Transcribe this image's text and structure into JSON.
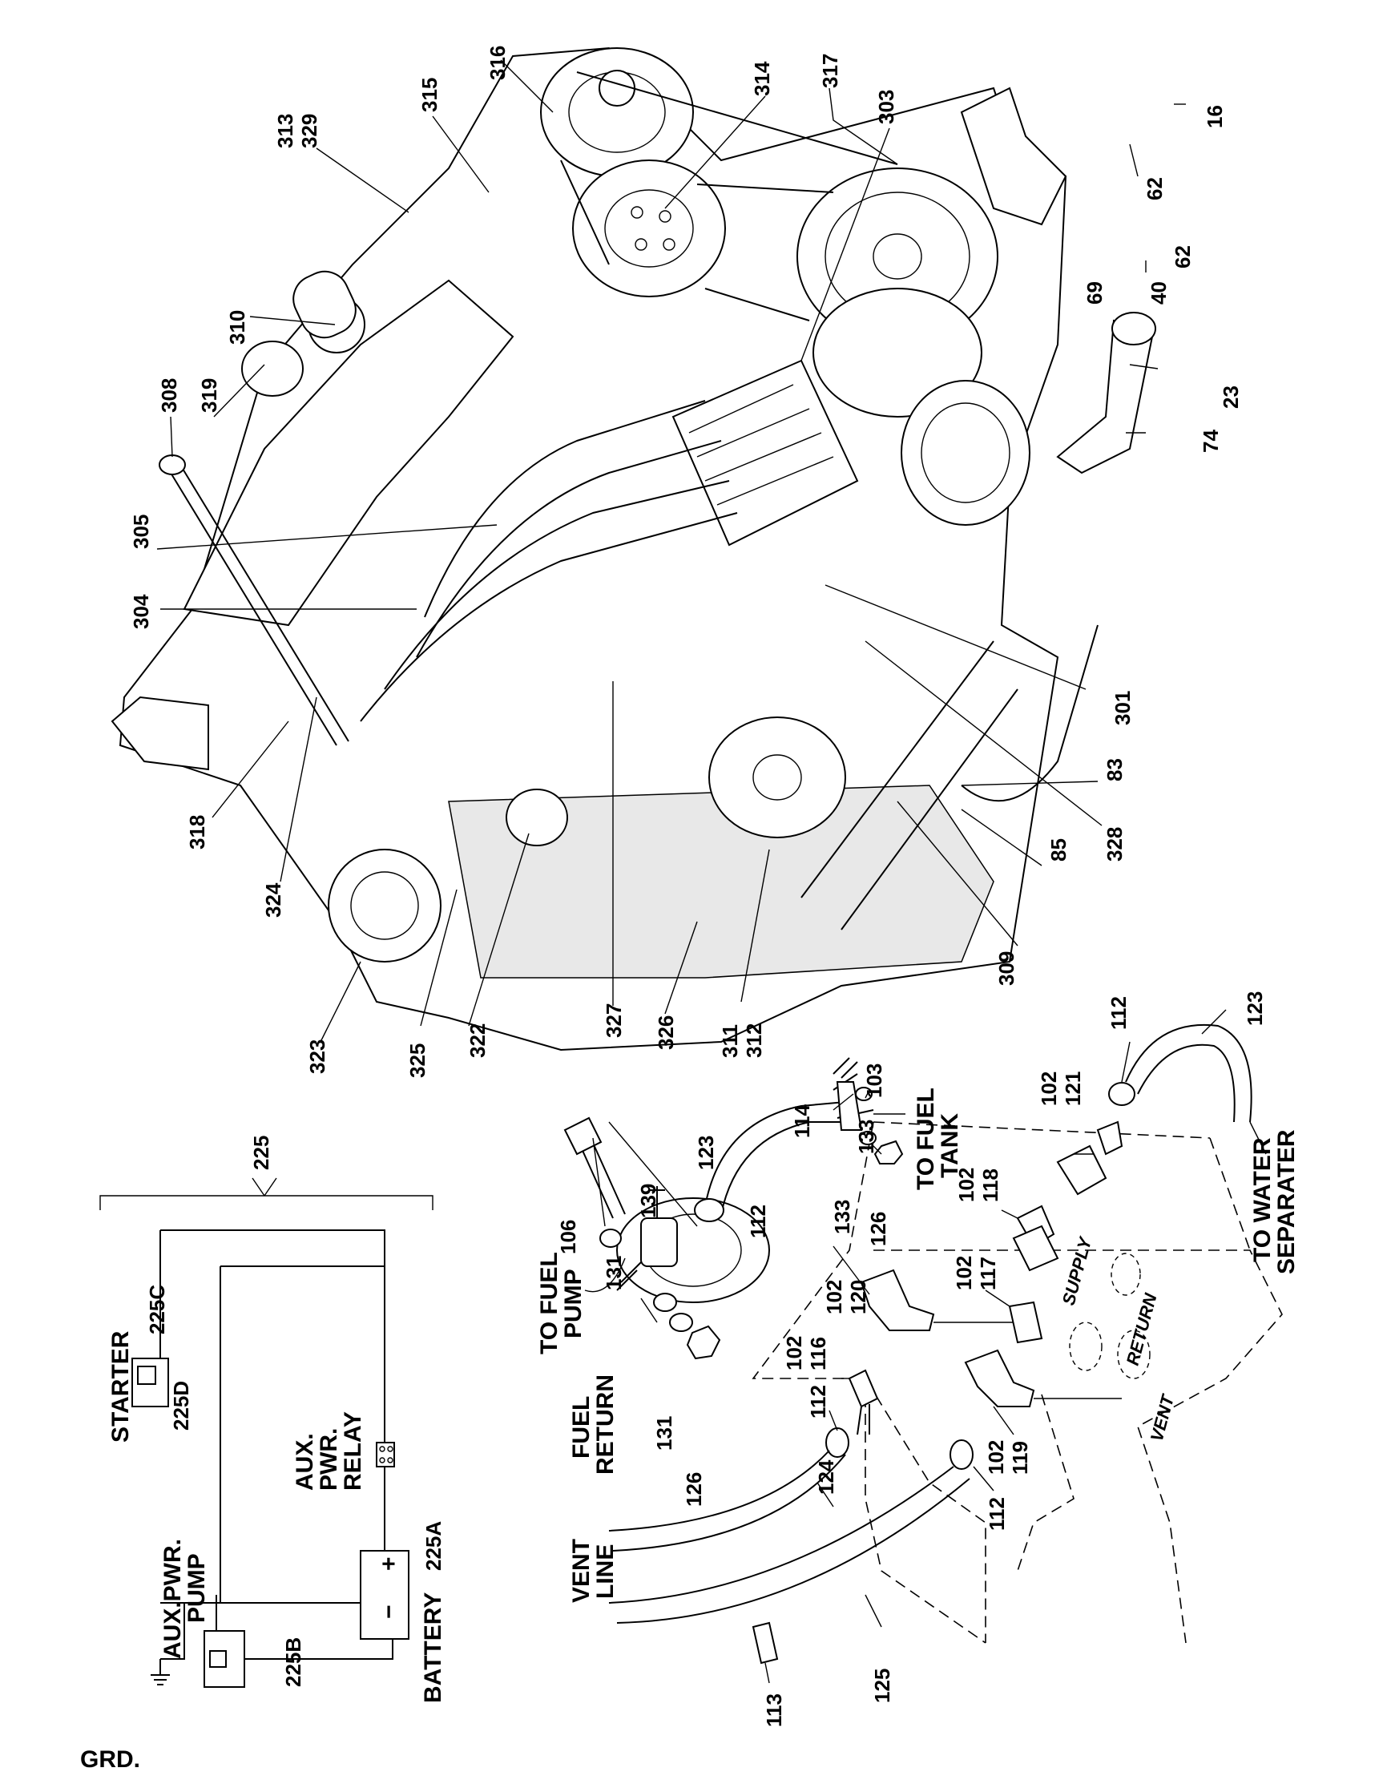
{
  "callouts": {
    "n308": "308",
    "n319": "319",
    "n310": "310",
    "n313": "313",
    "n329": "329",
    "n315": "315",
    "n316": "316",
    "n314": "314",
    "n317": "317",
    "n303": "303",
    "n16": "16",
    "n62a": "62",
    "n62b": "62",
    "n40": "40",
    "n69": "69",
    "n23": "23",
    "n74": "74",
    "n305": "305",
    "n304": "304",
    "n301": "301",
    "n83": "83",
    "n328": "328",
    "n85": "85",
    "n318": "318",
    "n324": "324",
    "n309": "309",
    "n323": "323",
    "n325": "325",
    "n322": "322",
    "n327": "327",
    "n326": "326",
    "n311": "311",
    "n312": "312"
  },
  "fuel": {
    "n114": "114",
    "n103": "103",
    "n133a": "133",
    "n133b": "133",
    "n123a": "123",
    "n126a": "126",
    "n112a": "112",
    "n106": "106",
    "n139": "139",
    "n131a": "131",
    "n131b": "131",
    "n126b": "126",
    "n102a": "102",
    "n120": "120",
    "n102b": "102",
    "n116": "116",
    "n112b": "112",
    "n124": "124",
    "n102c": "102",
    "n117": "117",
    "n102d": "102",
    "n118": "118",
    "n102e": "102",
    "n121": "121",
    "n112c": "112",
    "n123b": "123",
    "n102f": "102",
    "n119": "119",
    "n112d": "112",
    "n113": "113",
    "n125": "125",
    "to_fuel_tank_1": "TO FUEL",
    "to_fuel_tank_2": "TANK",
    "to_fuel_pump_1": "TO FUEL",
    "to_fuel_pump_2": "PUMP",
    "fuel_return_1": "FUEL",
    "fuel_return_2": "RETURN",
    "vent_line_1": "VENT",
    "vent_line_2": "LINE",
    "to_water_1": "TO WATER",
    "to_water_2": "SEPARATER",
    "supply": "SUPPLY",
    "return": "RETURN",
    "vent": "VENT"
  },
  "wiring": {
    "n225": "225",
    "n225c": "225C",
    "starter": "STARTER",
    "n225d": "225D",
    "aux_pump_1": "AUX.PWR.",
    "aux_pump_2": "PUMP",
    "aux_relay_1": "AUX.",
    "aux_relay_2": "PWR.",
    "aux_relay_3": "RELAY",
    "n225a": "225A",
    "n225b": "225B",
    "battery": "BATTERY",
    "grd": "GRD.",
    "plus": "+",
    "minus": "−"
  }
}
